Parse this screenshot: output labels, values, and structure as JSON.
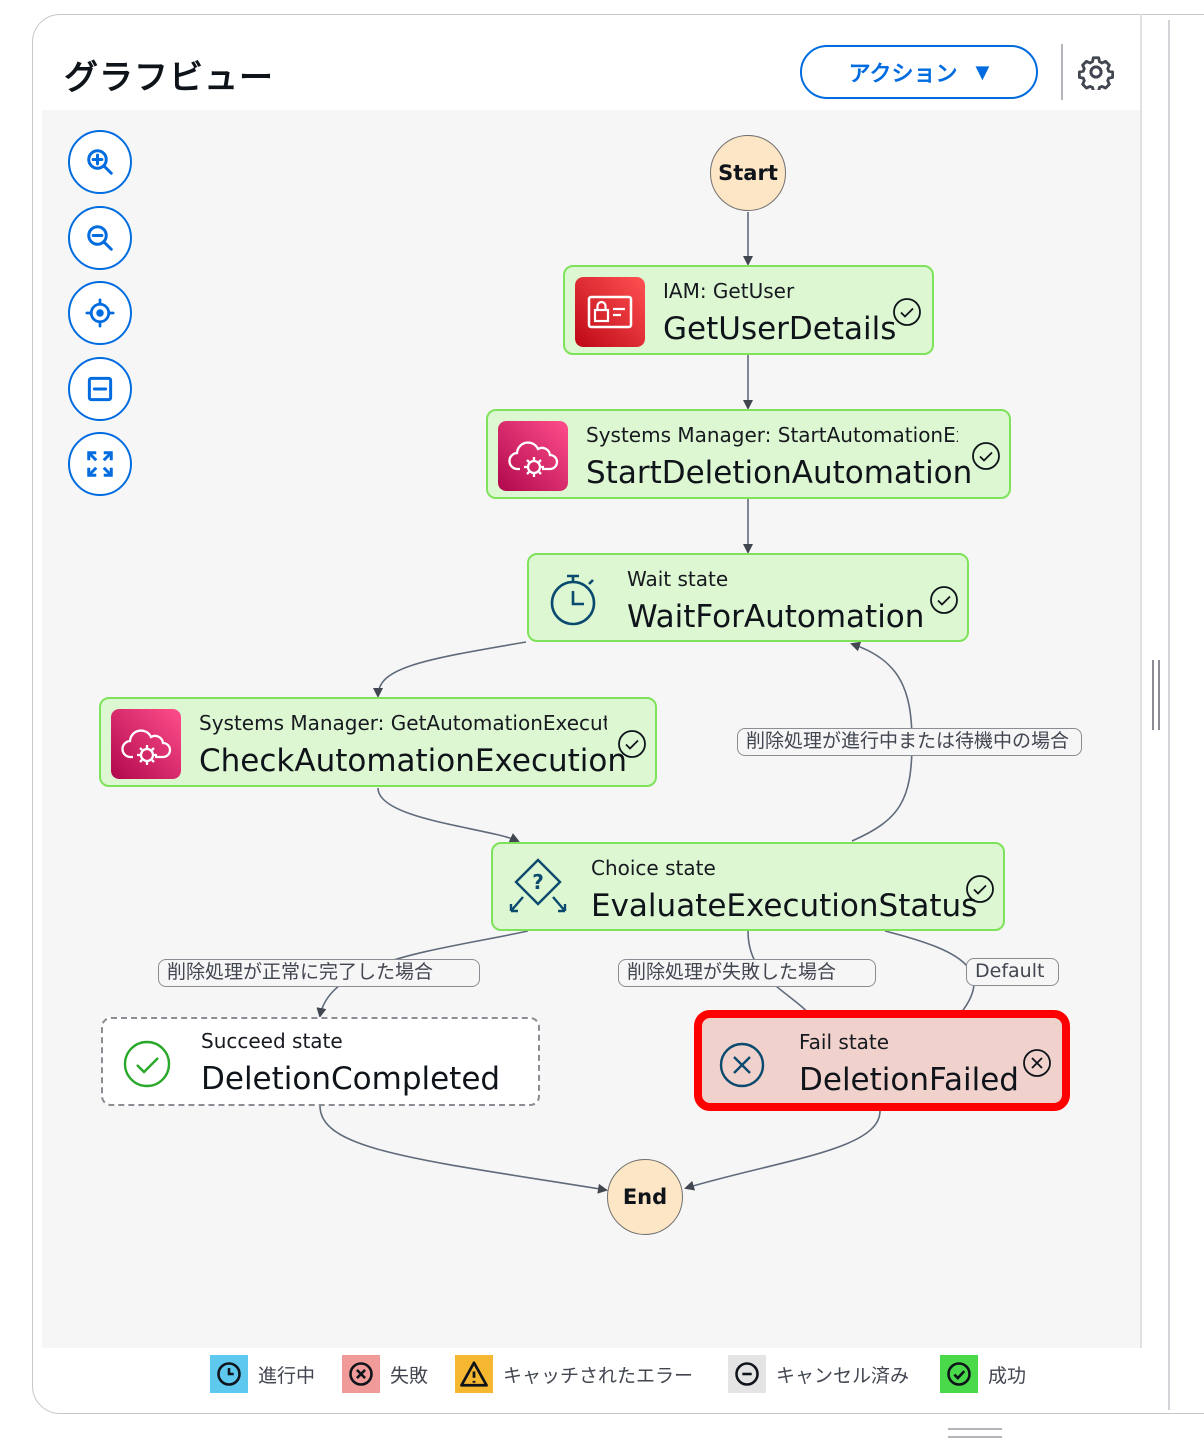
{
  "header": {
    "title": "グラフビュー",
    "action_label": "アクション"
  },
  "zoom_controls": [
    "zoom-in",
    "zoom-out",
    "center",
    "collapse",
    "fit"
  ],
  "graph": {
    "start": "Start",
    "end": "End",
    "nodes": {
      "get_user": {
        "type": "IAM: GetUser",
        "name": "GetUserDetails",
        "status": "success"
      },
      "start_deletion": {
        "type": "Systems Manager: StartAutomationExecution",
        "name": "StartDeletionAutomation",
        "status": "success"
      },
      "wait": {
        "type": "Wait state",
        "name": "WaitForAutomation",
        "status": "success"
      },
      "check": {
        "type": "Systems Manager: GetAutomationExecution",
        "name": "CheckAutomationExecution",
        "status": "success"
      },
      "evaluate": {
        "type": "Choice state",
        "name": "EvaluateExecutionStatus",
        "status": "success"
      },
      "completed": {
        "type": "Succeed state",
        "name": "DeletionCompleted",
        "status": "not-run"
      },
      "failed": {
        "type": "Fail state",
        "name": "DeletionFailed",
        "status": "failed"
      }
    },
    "edge_labels": {
      "in_progress": "削除処理が進行中または待機中の場合",
      "succeeded": "削除処理が正常に完了した場合",
      "failed": "削除処理が失敗した場合",
      "default": "Default"
    }
  },
  "legend": [
    {
      "label": "進行中",
      "color": "#5ec8ee"
    },
    {
      "label": "失敗",
      "color": "#f19a9a"
    },
    {
      "label": "キャッチされたエラー",
      "color": "#f5b730"
    },
    {
      "label": "キャンセル済み",
      "color": "#e4e4e4"
    },
    {
      "label": "成功",
      "color": "#4ad94a"
    }
  ]
}
